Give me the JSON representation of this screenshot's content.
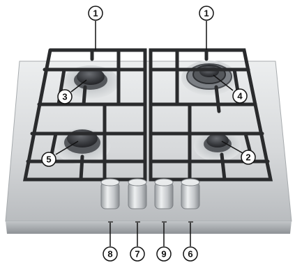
{
  "callouts": [
    {
      "id": "pan-support-left",
      "label": "1"
    },
    {
      "id": "pan-support-right",
      "label": "1"
    },
    {
      "id": "burner-front-right",
      "label": "2"
    },
    {
      "id": "burner-rear-left",
      "label": "3"
    },
    {
      "id": "burner-rear-right-triple-crown",
      "label": "4"
    },
    {
      "id": "burner-front-left",
      "label": "5"
    },
    {
      "id": "knob-4",
      "label": "6"
    },
    {
      "id": "knob-2",
      "label": "7"
    },
    {
      "id": "knob-1",
      "label": "8"
    },
    {
      "id": "knob-3",
      "label": "9"
    }
  ],
  "colors": {
    "steel_top": "#d9dbdd",
    "steel_edge": "#9ea2a6",
    "grate": "#2a2b2d",
    "burner_cap": "#3a3c40",
    "knob": "#c8cacc",
    "callout_stroke": "#111111"
  }
}
